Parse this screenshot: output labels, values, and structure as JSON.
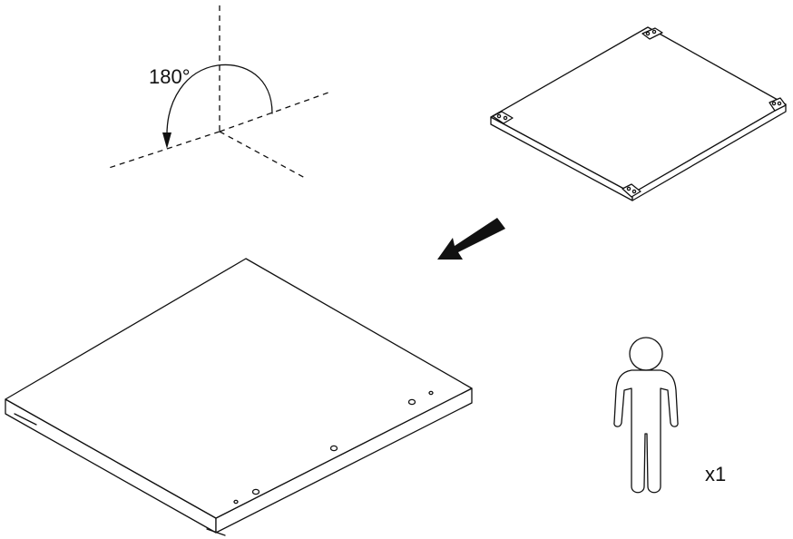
{
  "rotation": {
    "angle_label": "180°",
    "degrees": 180,
    "icon": "rotate-arrow-icon"
  },
  "transition": {
    "icon": "direction-arrow-icon"
  },
  "people": {
    "count_label": "x1",
    "icon": "person-icon"
  },
  "colors": {
    "line": "#111111",
    "background": "#ffffff"
  }
}
